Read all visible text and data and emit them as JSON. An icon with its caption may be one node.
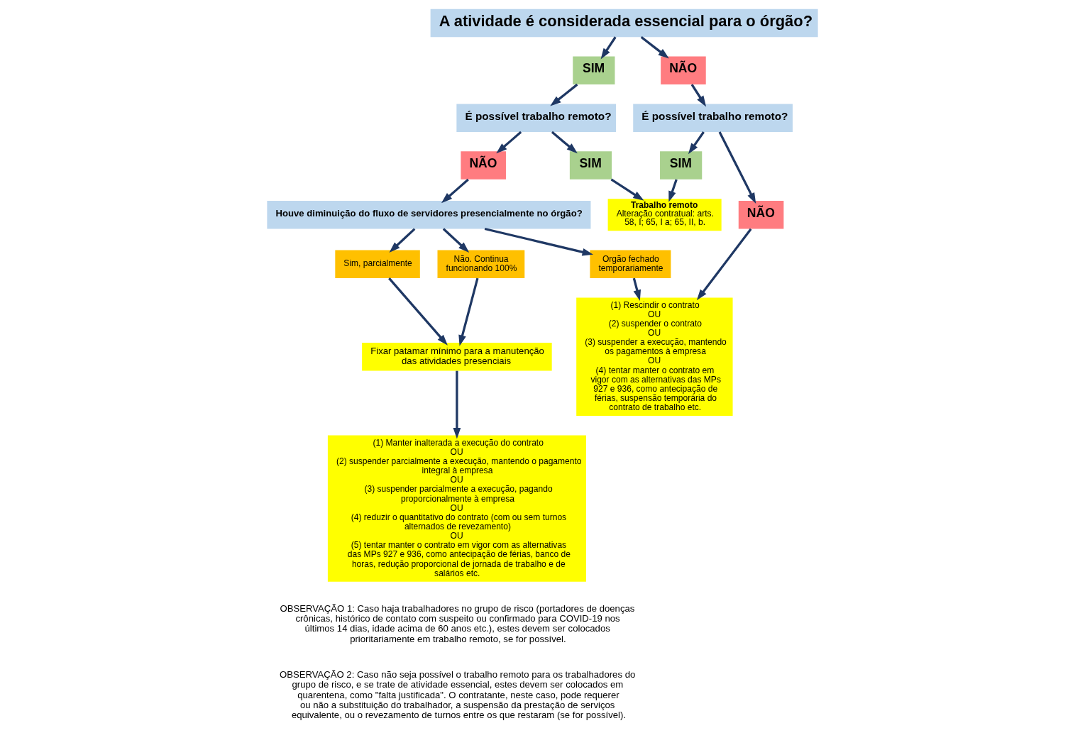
{
  "diagram": {
    "nodes": [
      {
        "text": [
          "A atividade é considerada essencial para o órgão?"
        ]
      },
      {
        "text": [
          "SIM"
        ]
      },
      {
        "text": [
          "NÃO"
        ]
      },
      {
        "text": [
          "É possível trabalho remoto?"
        ]
      },
      {
        "text": [
          "É possível trabalho remoto?"
        ]
      },
      {
        "text": [
          "SIM"
        ]
      },
      {
        "text": [
          "NÃO"
        ]
      },
      {
        "text": [
          "SIM"
        ]
      },
      {
        "text": [
          "NÃO"
        ]
      },
      {
        "text": [
          "Trabalho remoto",
          "Alteração contratual: arts. 58, I; 65, I a; 65, II, b."
        ]
      },
      {
        "text": [
          "Houve diminuição do fluxo de servidores presencialmente no órgão?"
        ]
      },
      {
        "text": [
          "Orgão fechado temporariamente"
        ]
      },
      {
        "text": [
          "Sim, parcialmente"
        ]
      },
      {
        "text": [
          "Não. Continua funcionando 100%"
        ]
      },
      {
        "text": [
          "(1) Rescindir o contrato",
          "OU",
          "(2) suspender o contrato",
          "OU",
          "(3) suspender a execução, mantendo os pagamentos à empresa",
          "OU",
          "(4) tentar manter o contrato em vigor com as alternativas das MPs 927 e 936, como antecipação de férias, suspensão temporária do contrato de trabalho etc."
        ]
      },
      {
        "text": [
          "Fixar patamar mínimo para a manutenção das atividades presenciais"
        ]
      },
      {
        "text": [
          "(1) Manter inalterada a execução do contrato",
          "OU",
          "(2) suspender parcialmente a execução, mantendo o pagamento integral à empresa",
          "OU",
          "(3) suspender parcialmente a execução, pagando proporcionalmente à empresa",
          "OU",
          "(4) reduzir o quantitativo do contrato (com ou sem turnos alternados de revezamento)",
          "OU",
          "(5) tentar manter o contrato em vigor com as alternativas das MPs 927 e 936, como antecipação de férias, banco de horas, redução proporcional de jornada de trabalho e de salários etc."
        ]
      }
    ],
    "edges": [
      {
        "from": 0,
        "to": 1,
        "arrow": "to"
      },
      {
        "from": 0,
        "to": 2,
        "arrow": "to"
      },
      {
        "from": 1,
        "to": 3,
        "arrow": "to"
      },
      {
        "from": 2,
        "to": 4,
        "arrow": "to"
      },
      {
        "from": 3,
        "to": 5,
        "arrow": "to"
      },
      {
        "from": 3,
        "to": 6,
        "arrow": "to"
      },
      {
        "from": 4,
        "to": 7,
        "arrow": "to"
      },
      {
        "from": 4,
        "to": 8,
        "arrow": "to"
      },
      {
        "from": 5,
        "to": 9,
        "arrow": "to"
      },
      {
        "from": 7,
        "to": 9,
        "arrow": "to"
      },
      {
        "from": 6,
        "to": 10,
        "arrow": "to"
      },
      {
        "from": 10,
        "to": 11,
        "arrow": "to"
      },
      {
        "from": 10,
        "to": 12,
        "arrow": "to"
      },
      {
        "from": 10,
        "to": 13,
        "arrow": "to"
      },
      {
        "from": 8,
        "to": 14,
        "arrow": "to"
      },
      {
        "from": 11,
        "to": 14,
        "arrow": "to"
      },
      {
        "from": 12,
        "to": 15,
        "arrow": "to"
      },
      {
        "from": 13,
        "to": 15,
        "arrow": "to"
      },
      {
        "from": 15,
        "to": 16,
        "arrow": "to"
      }
    ],
    "labels": [
      "OBSERVAÇÃO 1: Caso haja trabalhadores no grupo de risco (portadores de doenças crônicas, histórico de contato com suspeito ou confirmado para COVID-19 nos últimos 14 dias, idade acima de 60 anos etc.), estes devem ser colocados prioritariamente em trabalho remoto, se for possível.",
      "OBSERVAÇÃO 2: Caso não seja possível o trabalho remoto para os trabalhadores do grupo de risco, e se trate de atividade essencial, estes devem ser colocados em quarentena, como \"falta justificada\". O contratante, neste caso, pode requerer ou não a substituição do trabalhador, a suspensão da prestação de serviços equivalente, ou o revezamento de turnos entre os que restaram (se for possível)."
    ]
  }
}
